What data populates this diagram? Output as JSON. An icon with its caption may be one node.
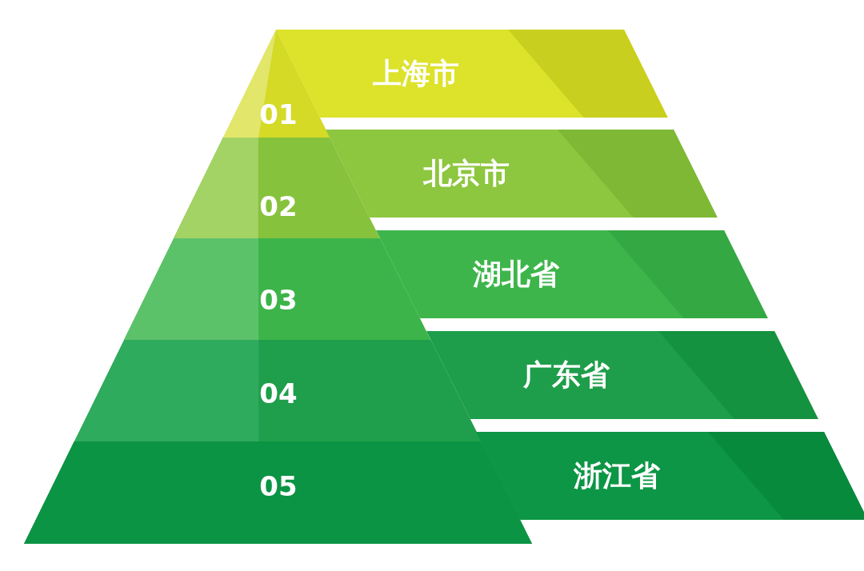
{
  "diagram": {
    "nodes": [
      {
        "text": [
          "01"
        ]
      },
      {
        "text": [
          "上海市"
        ]
      },
      {
        "text": [
          "02"
        ]
      },
      {
        "text": [
          "北京市"
        ]
      },
      {
        "text": [
          "03"
        ]
      },
      {
        "text": [
          "湖北省"
        ]
      },
      {
        "text": [
          "04"
        ]
      },
      {
        "text": [
          "广东省"
        ]
      },
      {
        "text": [
          "05"
        ]
      },
      {
        "text": [
          "浙江省"
        ]
      }
    ]
  }
}
